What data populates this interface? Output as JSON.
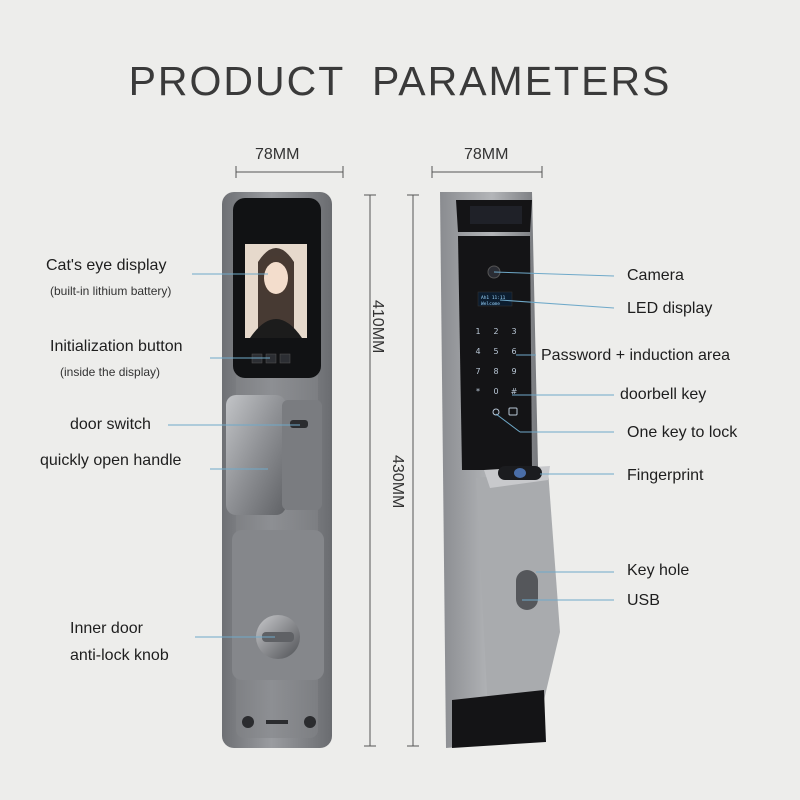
{
  "title": "PRODUCT  PARAMETERS",
  "dimensions": {
    "left_width": "78MM",
    "right_width": "78MM",
    "inner_height": "410MM",
    "outer_height": "430MM"
  },
  "left_labels": {
    "cats_eye": "Cat's eye display",
    "cats_eye_note": "(built-in lithium battery)",
    "init_button": "Initialization button",
    "init_button_note": "(inside the display)",
    "door_switch": "door switch",
    "handle": "quickly open handle",
    "knob_line1": "Inner door",
    "knob_line2": "anti-lock knob"
  },
  "right_labels": {
    "camera": "Camera",
    "led": "LED display",
    "password": "Password + induction area",
    "doorbell": "doorbell key",
    "one_key": "One key to lock",
    "fingerprint": "Fingerprint",
    "key_hole": "Key hole",
    "usb": "USB"
  },
  "led_screen_text": [
    "Ah1 11:11",
    "Welcome"
  ],
  "keypad_keys": [
    "1",
    "2",
    "3",
    "4",
    "5",
    "6",
    "7",
    "8",
    "9",
    "*",
    "0",
    "#"
  ],
  "colors": {
    "background": "#ededeb",
    "metal": "#7d7f83",
    "callout_line": "#6fa9c9",
    "panel_black": "#141416"
  },
  "icons": [
    "doorbell-icon",
    "lock-icon",
    "fingerprint-icon"
  ]
}
